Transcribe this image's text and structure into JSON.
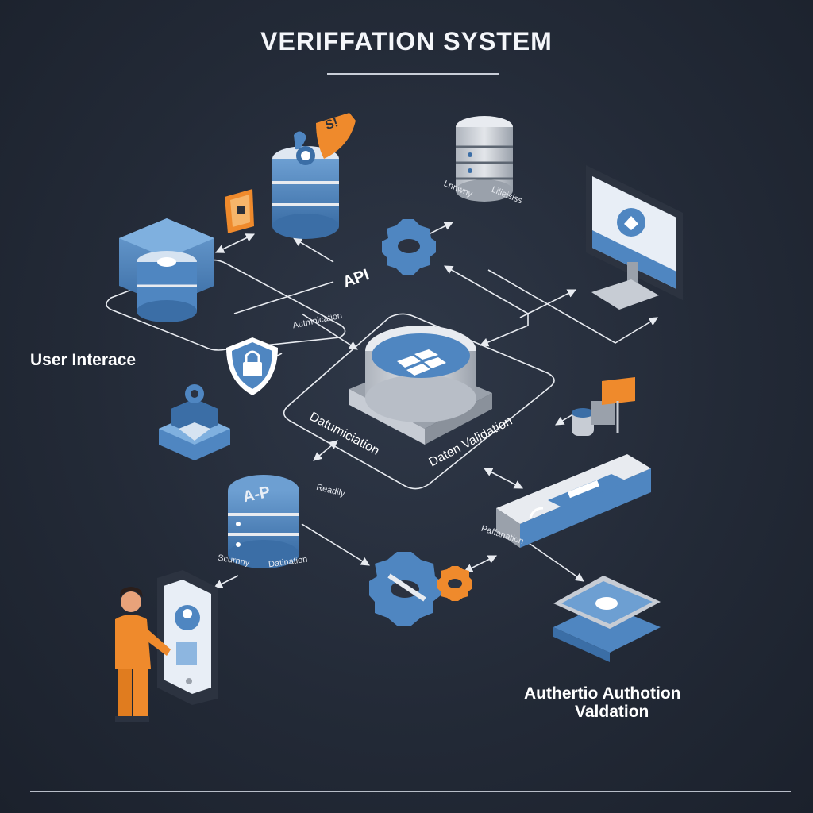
{
  "title": "VERIFFATION SYSTEM",
  "labels": {
    "user_interface": "User Interace",
    "api": "API",
    "authentication_small": "Autmnication",
    "unnamed_left": "Lnnwny",
    "unnamed_right": "Lilieisiss",
    "datumiciation": "Datumiciation",
    "daten_validation": "Daten Validation",
    "readily": "Readily",
    "securing": "Scurnny",
    "datination": "Datination",
    "pafiation": "Paffanation",
    "db_ap": "A-P",
    "shield_tag": "S!",
    "footer_line1": "Authertio Authotion",
    "footer_line2": "Valdation"
  },
  "colors": {
    "background": "#232a37",
    "primary_blue": "#4f86c1",
    "light_blue": "#8db6e0",
    "orange": "#ef8a2c",
    "silver": "#c7ccd4",
    "connector": "#e8ebf0"
  }
}
